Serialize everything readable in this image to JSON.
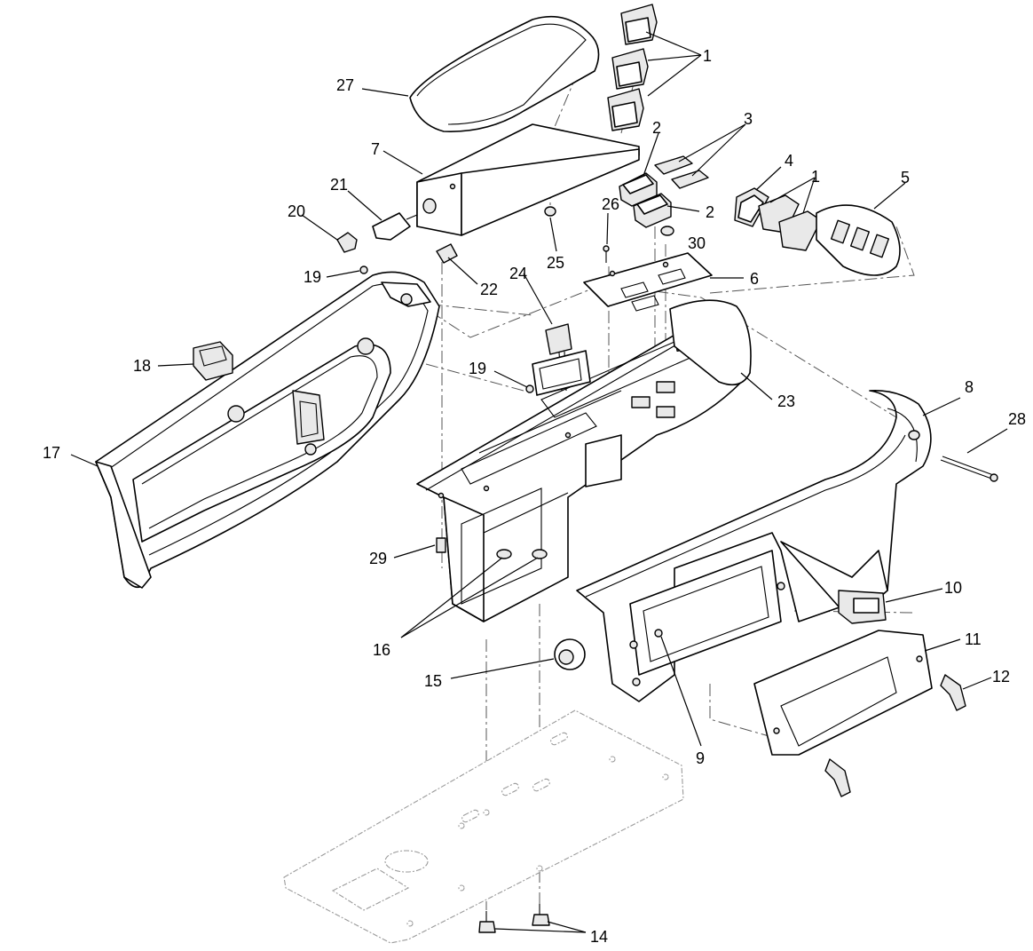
{
  "callouts": [
    {
      "id": "c1a",
      "text": "1"
    },
    {
      "id": "c1b",
      "text": "1"
    },
    {
      "id": "c2a",
      "text": "2"
    },
    {
      "id": "c2b",
      "text": "2"
    },
    {
      "id": "c3",
      "text": "3"
    },
    {
      "id": "c4",
      "text": "4"
    },
    {
      "id": "c5",
      "text": "5"
    },
    {
      "id": "c6",
      "text": "6"
    },
    {
      "id": "c7",
      "text": "7"
    },
    {
      "id": "c8",
      "text": "8"
    },
    {
      "id": "c9",
      "text": "9"
    },
    {
      "id": "c10",
      "text": "10"
    },
    {
      "id": "c11",
      "text": "11"
    },
    {
      "id": "c12",
      "text": "12"
    },
    {
      "id": "c14",
      "text": "14"
    },
    {
      "id": "c15",
      "text": "15"
    },
    {
      "id": "c16",
      "text": "16"
    },
    {
      "id": "c17",
      "text": "17"
    },
    {
      "id": "c18",
      "text": "18"
    },
    {
      "id": "c19a",
      "text": "19"
    },
    {
      "id": "c19b",
      "text": "19"
    },
    {
      "id": "c20",
      "text": "20"
    },
    {
      "id": "c21",
      "text": "21"
    },
    {
      "id": "c22",
      "text": "22"
    },
    {
      "id": "c23",
      "text": "23"
    },
    {
      "id": "c24",
      "text": "24"
    },
    {
      "id": "c25",
      "text": "25"
    },
    {
      "id": "c26",
      "text": "26"
    },
    {
      "id": "c27",
      "text": "27"
    },
    {
      "id": "c28",
      "text": "28"
    },
    {
      "id": "c29",
      "text": "29"
    },
    {
      "id": "c30",
      "text": "30"
    }
  ]
}
